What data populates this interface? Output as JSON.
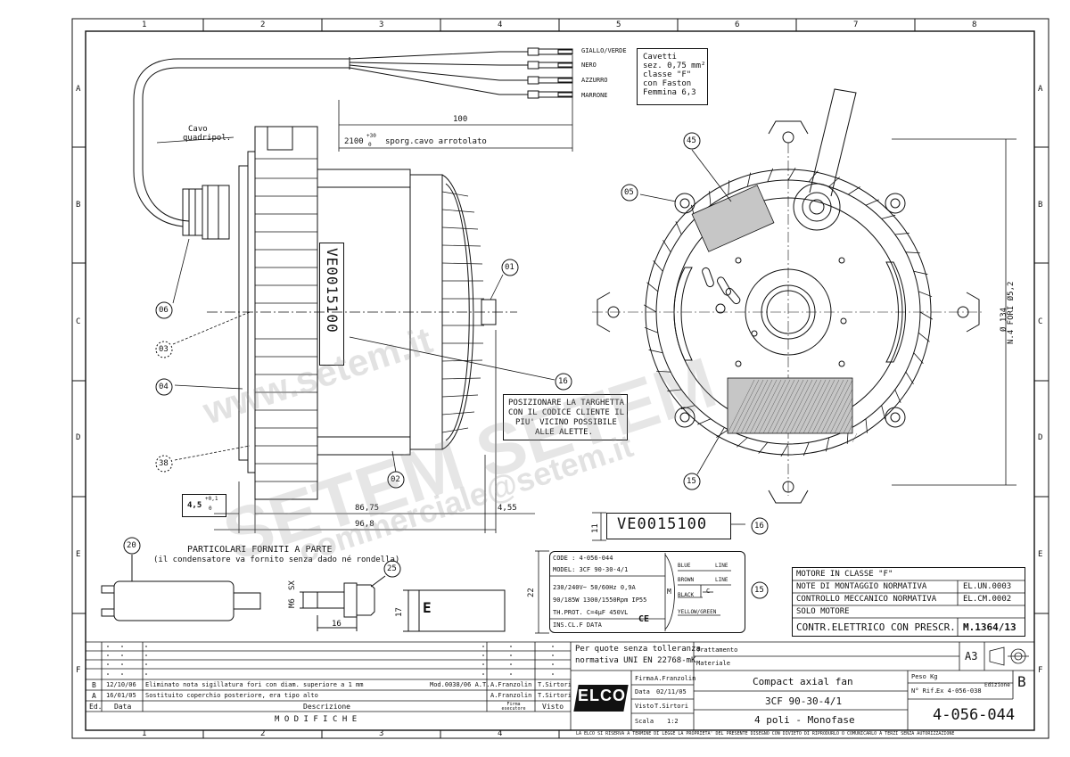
{
  "frame": {
    "col_labels": [
      "1",
      "2",
      "3",
      "4",
      "5",
      "6",
      "7",
      "8"
    ],
    "row_labels": [
      "A",
      "B",
      "C",
      "D",
      "E",
      "F"
    ]
  },
  "wire_labels": [
    "GIALLO/VERDE",
    "NERO",
    "AZZURRO",
    "MARRONE"
  ],
  "cable_note": [
    "Cavetti",
    "sez. 0,75 mm²",
    "classe \"F\"",
    "con Faston",
    "Femmina 6,3"
  ],
  "dims": {
    "d100": "100",
    "d2100": "2100",
    "d2100_tol_up": "+30",
    "d2100_tol_dn": "0",
    "sporg": "sporg.cavo arrotolato",
    "cavo": [
      "Cavo",
      "quadripol."
    ],
    "d8675": "86,75",
    "d968": "96,8",
    "d455": "4,55",
    "d45": "4,5",
    "d45_tol_up": "+0,1",
    "d45_tol_dn": "0",
    "d134": "Ø 134",
    "fori": "N.4 FORI Ø5,2",
    "d11": "11",
    "d22": "22",
    "d17": "17",
    "d16": "16",
    "m6": "M6",
    "sx": "SX"
  },
  "balloons": [
    "45",
    "05",
    "01",
    "06",
    "03",
    "04",
    "38",
    "02",
    "16",
    "15",
    "20",
    "25",
    "16",
    "15"
  ],
  "vertical_code": "VE0015100",
  "targhetta_note": [
    "POSIZIONARE LA TARGHETTA",
    "CON IL CODICE CLIENTE IL",
    "PIU' VICINO POSSIBILE",
    "ALLE ALETTE."
  ],
  "code_box": "VE0015100",
  "parts_title": [
    "PARTICOLARI FORNITI A PARTE",
    "(il condensatore va fornito senza dado né rondella)"
  ],
  "label_box_letter": "E",
  "nameplate": {
    "lines": [
      "CODE : 4-056-044",
      "MODEL: 3CF 90-30-4/1",
      "230/240V~    50/60Hz  0,9A",
      "90/185W  1300/1550Rpm  IP55",
      "TH.PROT. C=4µF 450VL",
      "INS.CL.F         DATA"
    ],
    "m": "M",
    "c": "C",
    "wires": [
      "BLUE",
      "LINE",
      "BROWN",
      "LINE",
      "BLACK",
      "YELLOW/GREEN"
    ],
    "ce": "CE"
  },
  "notes_table": {
    "rows": [
      [
        "MOTORE IN CLASSE \"F\"",
        ""
      ],
      [
        "NOTE DI MONTAGGIO NORMATIVA",
        "EL.UN.0003"
      ],
      [
        "CONTROLLO MECCANICO NORMATIVA",
        "EL.CM.0002"
      ],
      [
        "SOLO MOTORE",
        ""
      ],
      [
        "CONTR.ELETTRICO CON PRESCR.",
        "M.1364/13"
      ]
    ]
  },
  "revisions": {
    "rows": [
      [
        "B",
        "12/10/06",
        "Eliminato nota sigillatura fori con diam. superiore a 1 mm",
        "Mod.0038/06 A.T.",
        "A.Franzolin",
        "T.Sirtori"
      ],
      [
        "A",
        "16/01/05",
        "Sostituito coperchio posteriore, era tipo alto",
        "",
        "A.Franzolin",
        "T.Sirtori"
      ]
    ],
    "header": [
      "Ed.",
      "Data",
      "Descrizione",
      "",
      "Firma esecutore",
      "Visto"
    ],
    "footer": "M O D I F I C H E"
  },
  "title_block": {
    "tolerance": [
      "Per quote senza tolleranza",
      "normativa UNI EN 22768-mK"
    ],
    "trattamento": "Trattamento",
    "materiale": "Materiale",
    "logo": "ELCO",
    "firma_label": "Firma",
    "firma": "A.Franzolin",
    "data_label": "Data",
    "data": "02/11/05",
    "visto_label": "Visto",
    "visto": "T.Sirtori",
    "scala_label": "Scala",
    "scala": "1:2",
    "title1": "Compact axial fan",
    "title2": "3CF 90-30-4/1",
    "title3": "4 poli - Monofase",
    "format": "A3",
    "peso_label": "Peso Kg",
    "rif_label": "N° Rif.",
    "rif": "Ex 4-056-038",
    "edizione_label": "Edizione",
    "edizione": "B",
    "number": "4-056-044",
    "legal": "LA ELCO SI RISERVA A TERMINE DI LEGGE LA PROPRIETA' DEL PRESENTE DISEGNO CON DIVIETO DI RIPRODURLO O COMUNICARLO A TERZI SENZA AUTORIZZAZIONE"
  },
  "watermarks": [
    "www.setem.it",
    "SETEM SETEM",
    "commerciale@setem.it"
  ]
}
